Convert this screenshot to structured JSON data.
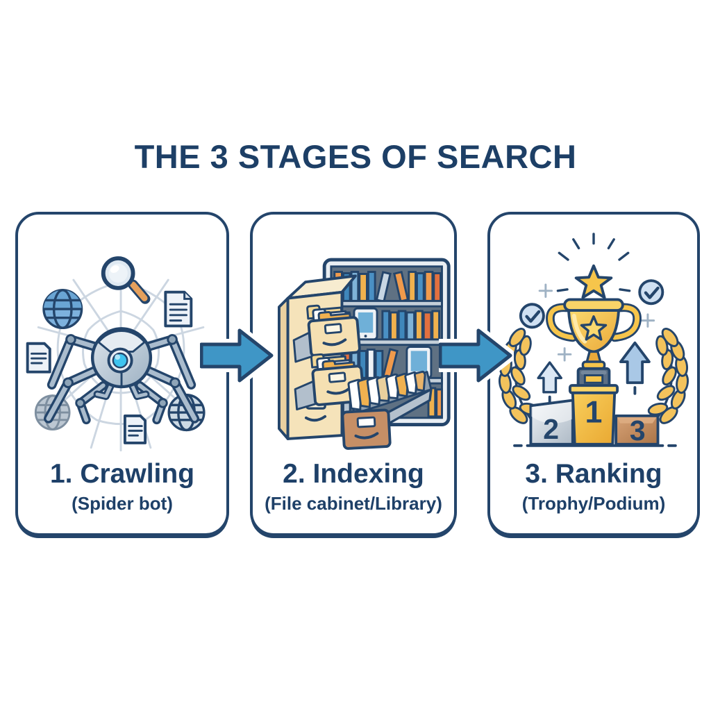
{
  "title": "THE 3 STAGES OF SEARCH",
  "stages": [
    {
      "label": "1. Crawling",
      "subtitle": "(Spider bot)",
      "icon": "spider-bot-on-web"
    },
    {
      "label": "2. Indexing",
      "subtitle": "(File cabinet/Library)",
      "icon": "file-cabinet-library"
    },
    {
      "label": "3. Ranking",
      "subtitle": "(Trophy/Podium)",
      "icon": "trophy-podium"
    }
  ],
  "podium": {
    "first": "1",
    "second": "2",
    "third": "3"
  },
  "flow_arrows": [
    "crawling-to-indexing",
    "indexing-to-ranking"
  ],
  "colors": {
    "navy_outline": "#24456b",
    "title_navy": "#1d3f66",
    "arrow_blue": "#3f96c6",
    "gold": "#f6c54b",
    "silver": "#c9d4de",
    "bronze": "#c08a5e",
    "web_gray": "#ccd6e1",
    "background": "#ffffff"
  }
}
